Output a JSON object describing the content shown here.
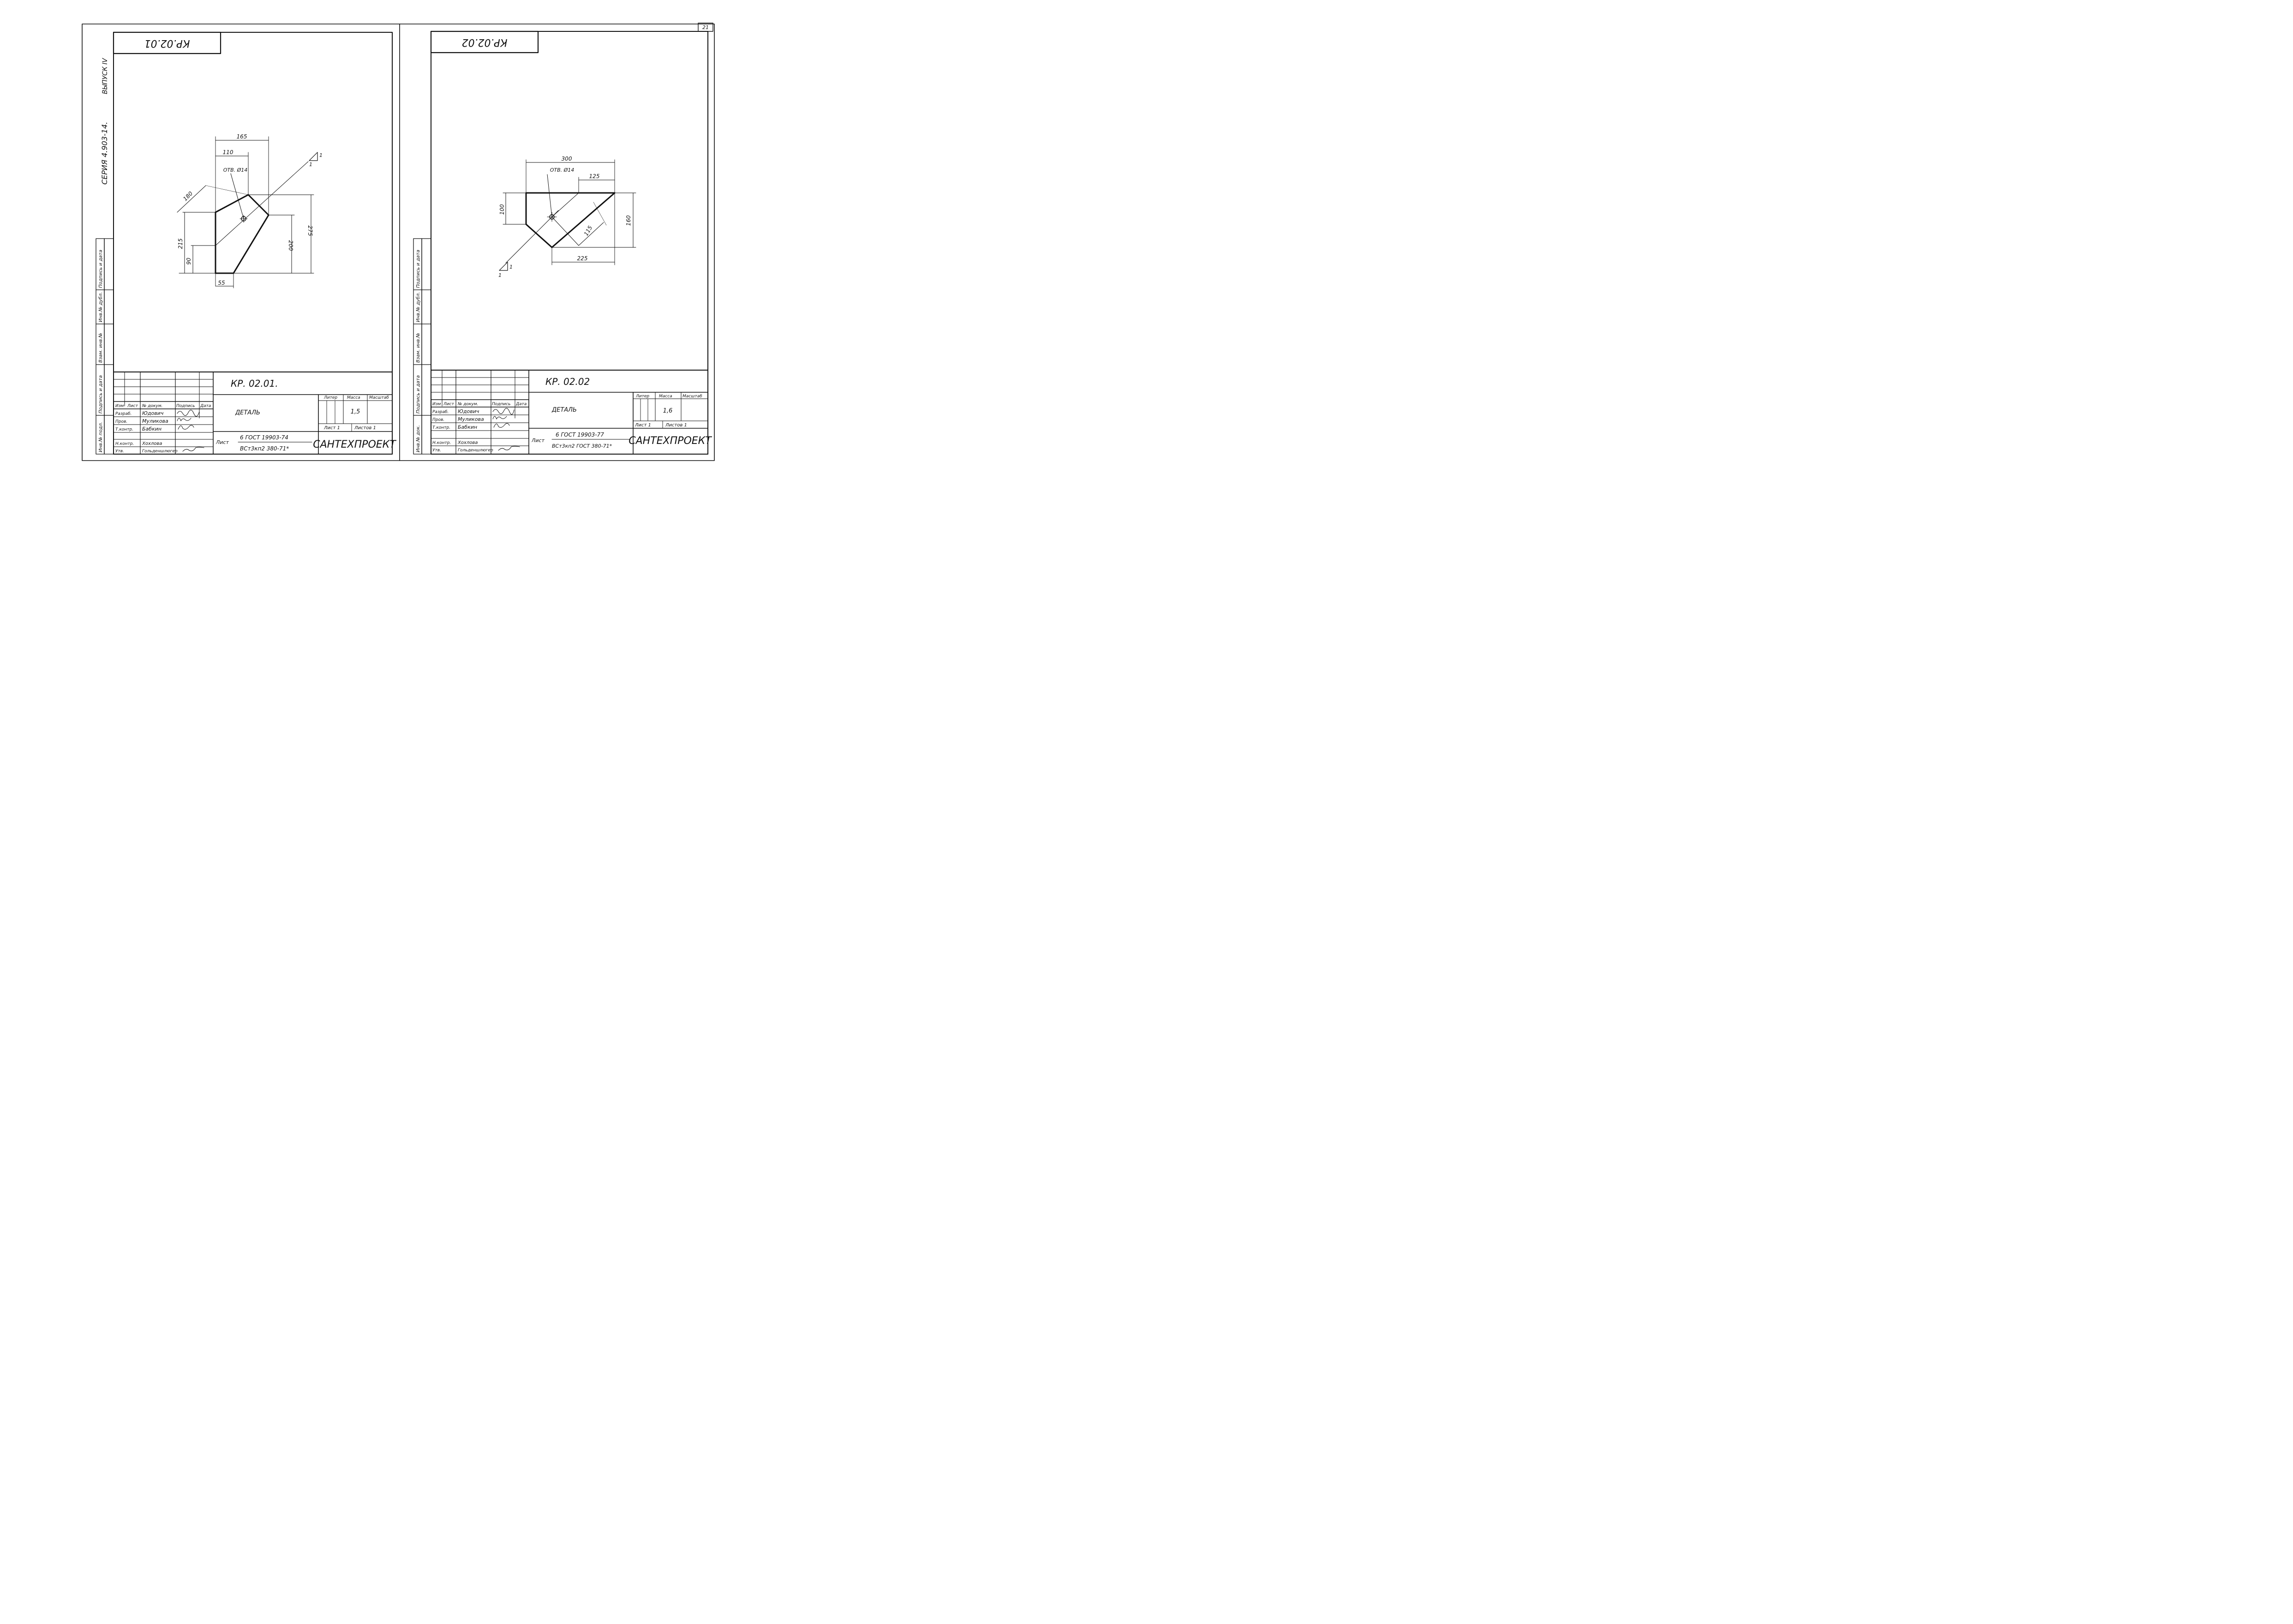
{
  "sheet_number": "21",
  "series": {
    "label": "СЕРИЯ 4.903-14.",
    "issue": "ВЫПУСК IV"
  },
  "left_strip_labels": [
    "Инв.№ подл.",
    "Подпись и дата",
    "Взам. инв.№",
    "Инв.№ дубл.",
    "Подпись и дата"
  ],
  "left_strip_labels_sheet2": [
    "Инв.№ док.",
    "Подпись и дата",
    "Взам. инв.№",
    "Инв.№ дубл.",
    "Подпись и дата"
  ],
  "sheet1": {
    "stamp": "КР.02.01",
    "dimensions": {
      "d165": "165",
      "d110": "110",
      "hole": "ОТВ. Ø14",
      "d180": "180",
      "d215": "215",
      "d90": "90",
      "d55": "55",
      "d200": "200",
      "d275": "275",
      "slope_a": "1",
      "slope_b": "1"
    },
    "title_block": {
      "code": "КР. 02.01.",
      "name": "ДЕТАЛЬ",
      "header_izm": "Изм",
      "header_list": "Лист",
      "header_doc": "№ докум.",
      "header_sign": "Подпись",
      "header_date": "Дата",
      "razrab_role": "Разраб.",
      "razrab_name": "Юдович",
      "prov_role": "Пров.",
      "prov_name": "Муликова",
      "tkontr_role": "Т.контр.",
      "tkontr_name": "Бабкин",
      "nkontr_role": "Н.контр.",
      "nkontr_name": "Хохлова",
      "utv_role": "Утв.",
      "utv_name": "Гольденшлюгер",
      "liter_label": "Литер",
      "mass_label": "Масса",
      "scale_label": "Масштаб",
      "mass": "1,5",
      "sheet_label": "Лист 1",
      "sheets_label": "Листов 1",
      "material_label": "Лист",
      "material_line1": "6  ГОСТ 19903-74",
      "material_line2": "ВСт3кп2 380-71*",
      "company": "САНТЕХПРОЕКТ"
    }
  },
  "sheet2": {
    "stamp": "КР.02.02",
    "dimensions": {
      "d300": "300",
      "hole": "ОТВ. Ø14",
      "d125": "125",
      "d100": "100",
      "d160": "160",
      "d115": "115",
      "d225": "225",
      "slope_a": "1",
      "slope_b": "1"
    },
    "title_block": {
      "code": "КР. 02.02",
      "name": "ДЕТАЛЬ",
      "header_izm": "Изм",
      "header_list": "Лист",
      "header_doc": "№ докум.",
      "header_sign": "Подпись",
      "header_date": "Дата",
      "razrab_role": "Разраб.",
      "razrab_name": "Юдович",
      "prov_role": "Пров.",
      "prov_name": "Муликова",
      "tkontr_role": "Т.контр.",
      "tkontr_name": "Бабкин",
      "nkontr_role": "Н.контр.",
      "nkontr_name": "Хохлова",
      "utv_role": "Утв.",
      "utv_name": "Гольденшлюгер",
      "liter_label": "Литер",
      "mass_label": "Масса",
      "scale_label": "Масштаб",
      "mass": "1,6",
      "sheet_label": "Лист 1",
      "sheets_label": "Листов 1",
      "material_label": "Лист",
      "material_line1": "6  ГОСТ 19903-77",
      "material_line2": "ВСт3кп2 ГОСТ 380-71*",
      "company": "САНТЕХПРОЕКТ"
    }
  }
}
